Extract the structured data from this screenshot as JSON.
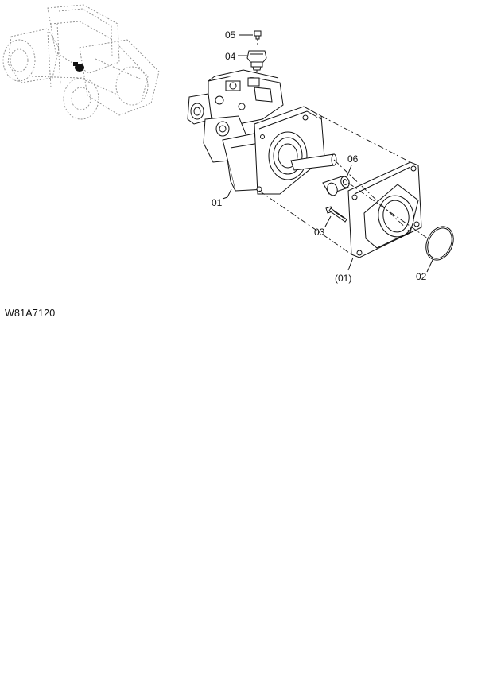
{
  "callouts": {
    "c05": "05",
    "c04": "04",
    "c06": "06",
    "c01": "01",
    "c03": "03",
    "c01_ref": "(01)",
    "c02": "02"
  },
  "drawing_code": "W81A7120",
  "colors": {
    "line": "#111111",
    "ghost": "#8a8a8a",
    "paper": "#ffffff"
  }
}
